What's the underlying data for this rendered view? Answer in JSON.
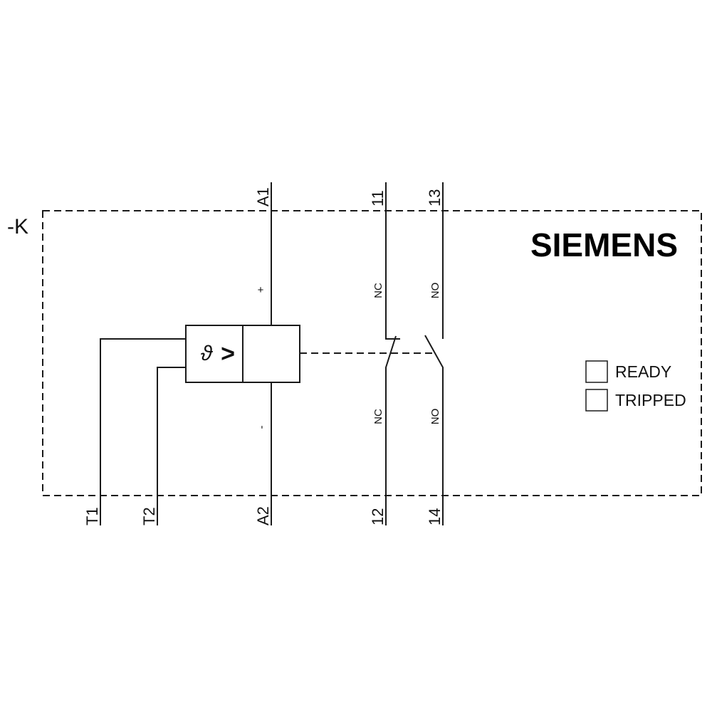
{
  "device": {
    "designation": "-K",
    "brand": "SIEMENS"
  },
  "terminals": {
    "A1": "A1",
    "A2": "A2",
    "T1": "T1",
    "T2": "T2",
    "t11": "11",
    "t12": "12",
    "t13": "13",
    "t14": "14"
  },
  "coil": {
    "plus": "+",
    "minus": "-",
    "sensor_symbol": "ϑ",
    "sensor_compare": ">"
  },
  "contacts": {
    "nc_top": "NC",
    "nc_bottom": "NC",
    "no_top": "NO",
    "no_bottom": "NO"
  },
  "indicators": [
    {
      "label": "READY"
    },
    {
      "label": "TRIPPED"
    }
  ],
  "colors": {
    "line": "#1a1a1a",
    "background": "#ffffff"
  }
}
